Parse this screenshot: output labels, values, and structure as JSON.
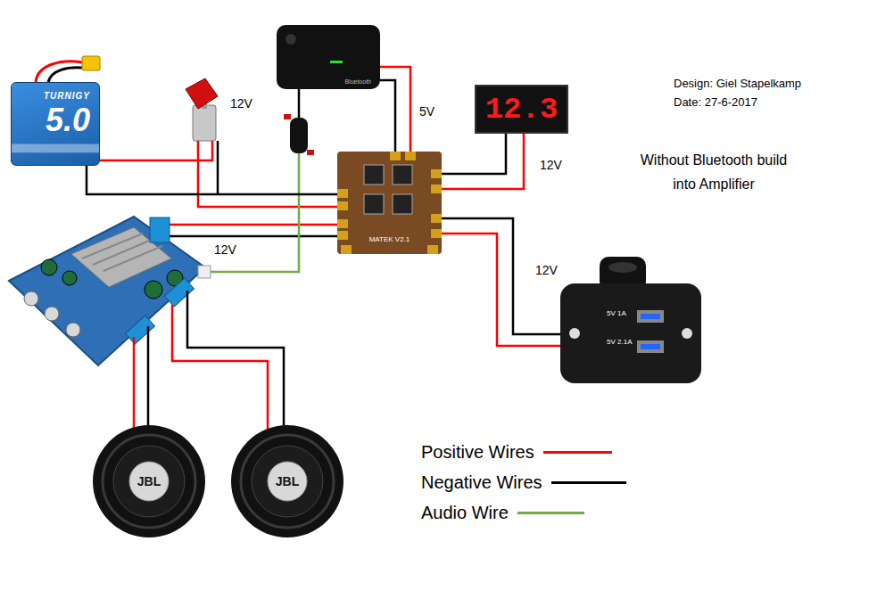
{
  "diagram": {
    "nodes": [
      {
        "text": [
          "TURNIGY",
          "5.0"
        ]
      },
      {
        "text": [
          "Bluetooth"
        ]
      },
      {
        "text": [
          "MATEK V2.1"
        ]
      },
      {
        "text": [
          "12.3"
        ]
      },
      {
        "text": [
          "5V 1A",
          "5V 2.1A"
        ]
      },
      {
        "text": [
          "JBL"
        ]
      },
      {
        "text": [
          "JBL"
        ]
      }
    ],
    "edges": [
      {
        "from": 0,
        "to": 2,
        "arrow": "none"
      },
      {
        "from": 2,
        "to": 1,
        "arrow": "none"
      },
      {
        "from": 2,
        "to": 1,
        "arrow": "none"
      },
      {
        "from": 2,
        "to": 3,
        "arrow": "none"
      },
      {
        "from": 2,
        "to": 3,
        "arrow": "none"
      },
      {
        "from": 2,
        "to": 4,
        "arrow": "none"
      },
      {
        "from": 2,
        "to": 4,
        "arrow": "none"
      }
    ],
    "labels": [
      "12V",
      "5V",
      "Design: Giel Stapelkamp",
      "Date: 27-6-2017",
      "12V",
      "Without Bluetooth build into Amplifier",
      "12V",
      "12V"
    ],
    "legend": [
      {
        "text": "Positive Wires",
        "color": "#ff0000"
      },
      {
        "text": "Negative Wires",
        "color": "#000000"
      },
      {
        "text": "Audio Wire",
        "color": "#70ad47"
      }
    ]
  }
}
